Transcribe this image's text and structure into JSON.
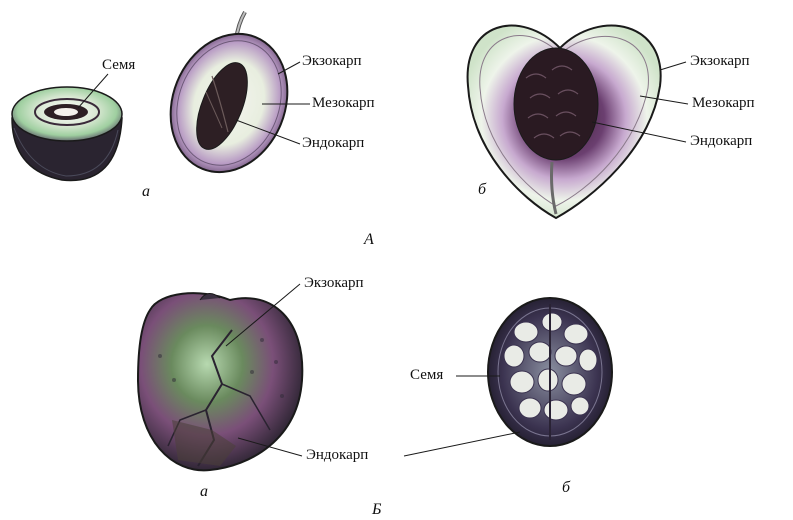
{
  "labels": {
    "seed": "Семя",
    "exocarp": "Экзокарп",
    "mesocarp": "Мезокарп",
    "endocarp": "Эндокарп"
  },
  "panel_letters": {
    "sub_a": "а",
    "sub_b": "б",
    "group_a": "А",
    "group_b": "Б"
  },
  "colors": {
    "outline": "#1a1a1a",
    "flesh_green": "#9fcfa0",
    "flesh_purple": "#6b3f70",
    "stone_dark": "#2d1f24",
    "walnut_shell": "#3b3350",
    "walnut_kernel": "#e9ebe6"
  }
}
